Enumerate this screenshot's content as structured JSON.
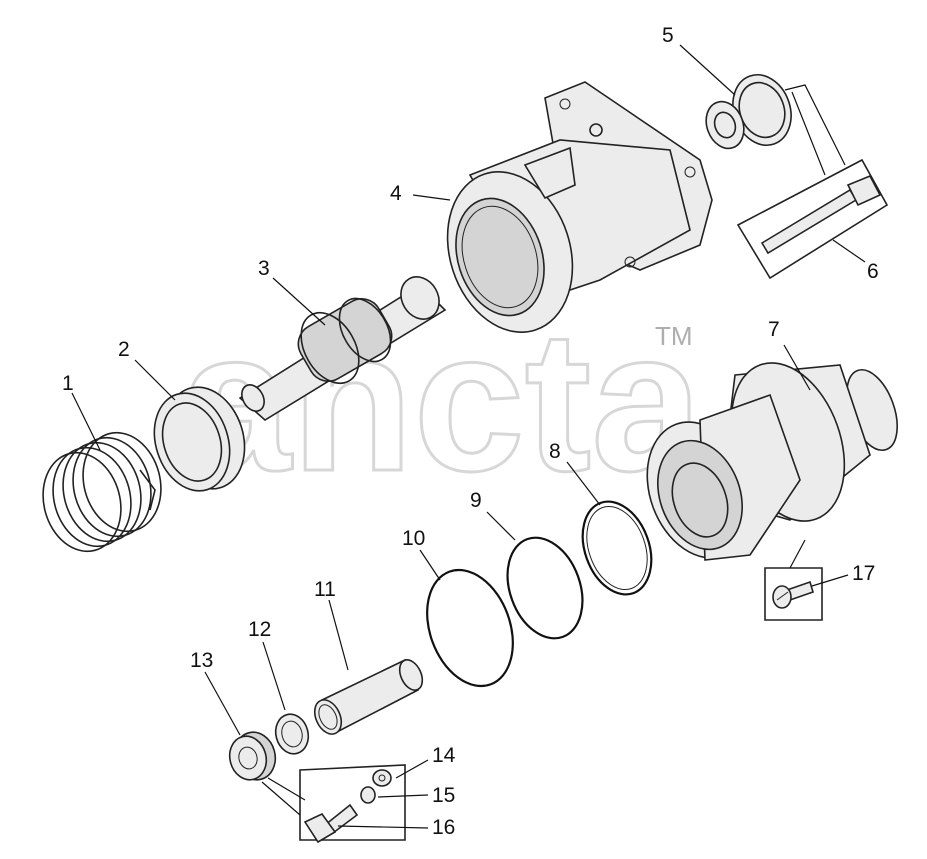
{
  "watermark": {
    "text": "ancta",
    "trademark": "TM"
  },
  "callouts": [
    {
      "id": "1",
      "label": "1"
    },
    {
      "id": "2",
      "label": "2"
    },
    {
      "id": "3",
      "label": "3"
    },
    {
      "id": "4",
      "label": "4"
    },
    {
      "id": "5",
      "label": "5"
    },
    {
      "id": "6",
      "label": "6"
    },
    {
      "id": "7",
      "label": "7"
    },
    {
      "id": "8",
      "label": "8"
    },
    {
      "id": "9",
      "label": "9"
    },
    {
      "id": "10",
      "label": "10"
    },
    {
      "id": "11",
      "label": "11"
    },
    {
      "id": "12",
      "label": "12"
    },
    {
      "id": "13",
      "label": "13"
    },
    {
      "id": "14",
      "label": "14"
    },
    {
      "id": "15",
      "label": "15"
    },
    {
      "id": "16",
      "label": "16"
    },
    {
      "id": "17",
      "label": "17"
    }
  ]
}
